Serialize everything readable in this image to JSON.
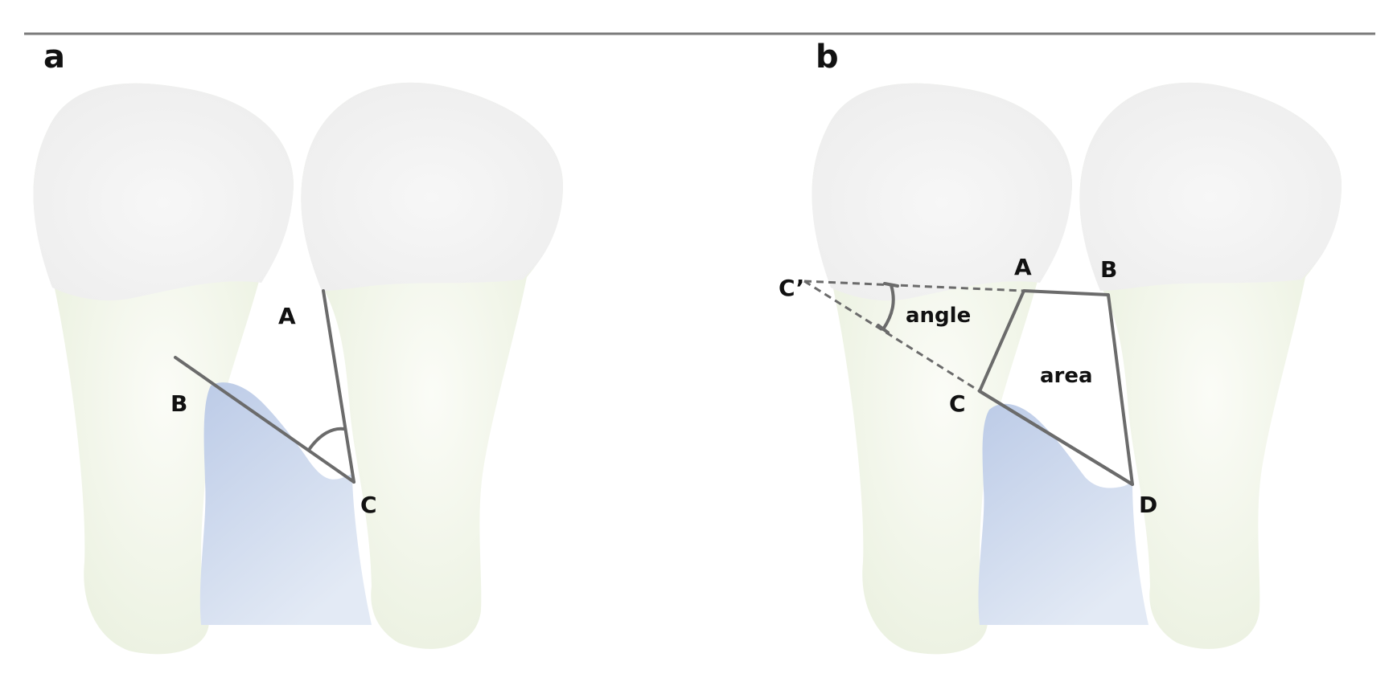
{
  "panels": [
    {
      "letter": "a",
      "points": {
        "A": "A",
        "B": "B",
        "C": "C"
      }
    },
    {
      "letter": "b",
      "points": {
        "A": "A",
        "B": "B",
        "C": "C",
        "D": "D",
        "C_prime": "C’"
      },
      "angle_label": "angle",
      "area_label": "area"
    }
  ],
  "colors": {
    "enamel": "#f1f1f1",
    "root": "#e9f0df",
    "bone": "#c4d2ea",
    "line": "#6b6b6b",
    "rule": "#7a7a7a"
  }
}
